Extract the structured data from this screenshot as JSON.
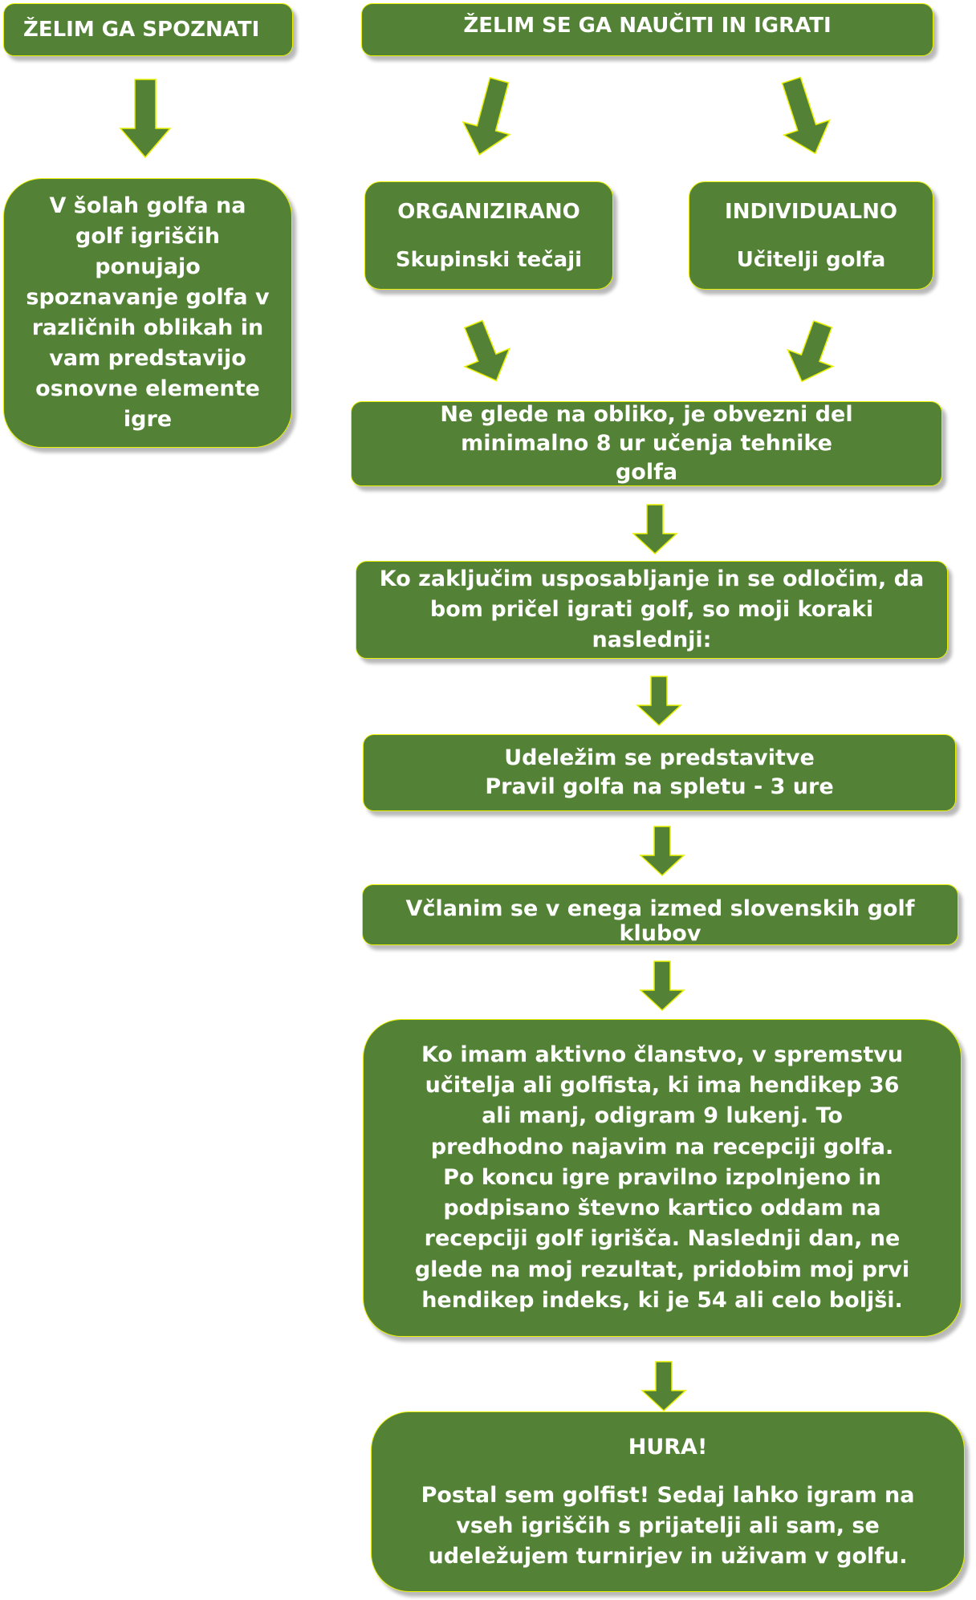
{
  "colors": {
    "box_fill": "#538135",
    "box_border": "#e8f000",
    "text": "#ffffff"
  },
  "left_branch": {
    "header": "ŽELIM GA SPOZNATI",
    "description": "V šolah golfa na golf igriščih ponujajo spoznavanje golfa v različnih oblikah in vam predstavijo osnovne elemente igre"
  },
  "right_branch": {
    "header": "ŽELIM SE GA NAUČITI IN IGRATI",
    "options": [
      {
        "title": "ORGANIZIRANO",
        "subtitle": "Skupinski tečaji"
      },
      {
        "title": "INDIVIDUALNO",
        "subtitle": "Učitelji golfa"
      }
    ],
    "steps": [
      "Ne glede na obliko, je obvezni del minimalno 8 ur učenja tehnike golfa",
      "Ko zaključim usposabljanje in se odločim, da bom pričel igrati golf, so moji koraki naslednji:",
      "Udeležim se predstavitve Pravil golfa na spletu - 3 ure",
      "Včlanim se v enega izmed slovenskih golf klubov",
      "Ko imam aktivno članstvo, v spremstvu učitelja ali golfista, ki ima hendikep 36 ali manj, odigram 9 lukenj. To predhodno najavim na recepciji golfa. Po koncu igre pravilno izpolnjeno in podpisano števno kartico oddam na recepciji golf igrišča. Naslednji dan, ne glede na moj rezultat, pridobim moj prvi hendikep indeks, ki je 54 ali celo boljši."
    ],
    "final": {
      "title": "HURA!",
      "text": "Postal sem golfist! Sedaj lahko igram na vseh igriščih s prijatelji ali sam, se udeležujem turnirjev in uživam v golfu."
    }
  }
}
